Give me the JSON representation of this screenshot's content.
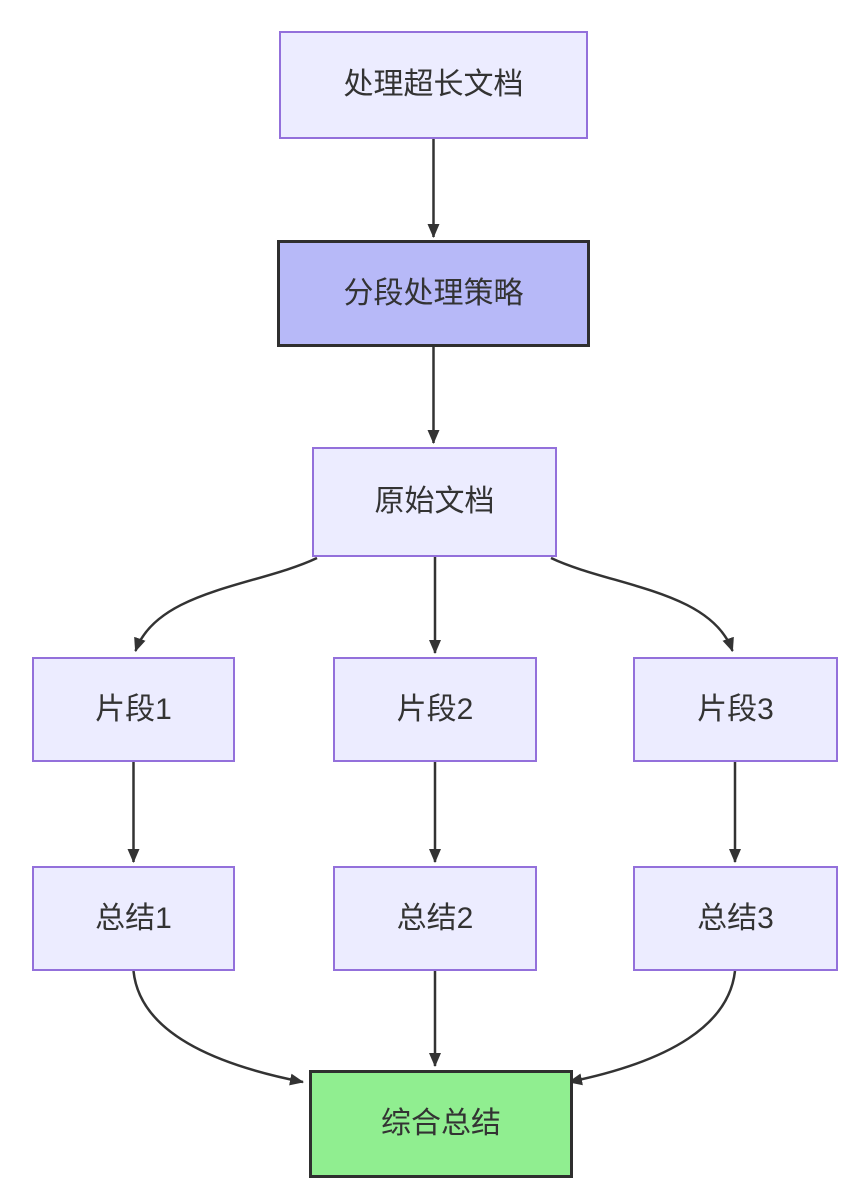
{
  "diagram": {
    "type": "flowchart",
    "direction": "top-down",
    "nodes": [
      {
        "id": "A",
        "label": "处理超长文档",
        "style": "default"
      },
      {
        "id": "B",
        "label": "分段处理策略",
        "style": "strategy"
      },
      {
        "id": "C",
        "label": "原始文档",
        "style": "default"
      },
      {
        "id": "D1",
        "label": "片段1",
        "style": "default"
      },
      {
        "id": "D2",
        "label": "片段2",
        "style": "default"
      },
      {
        "id": "D3",
        "label": "片段3",
        "style": "default"
      },
      {
        "id": "E1",
        "label": "总结1",
        "style": "default"
      },
      {
        "id": "E2",
        "label": "总结2",
        "style": "default"
      },
      {
        "id": "E3",
        "label": "总结3",
        "style": "default"
      }
    ],
    "final_node": {
      "id": "F",
      "label": "综合总结",
      "style": "final"
    },
    "edges": [
      {
        "from": "A",
        "to": "B"
      },
      {
        "from": "B",
        "to": "C"
      },
      {
        "from": "C",
        "to": "D1"
      },
      {
        "from": "C",
        "to": "D2"
      },
      {
        "from": "C",
        "to": "D3"
      },
      {
        "from": "D1",
        "to": "E1"
      },
      {
        "from": "D2",
        "to": "E2"
      },
      {
        "from": "D3",
        "to": "E3"
      },
      {
        "from": "E1",
        "to": "F"
      },
      {
        "from": "E2",
        "to": "F"
      },
      {
        "from": "E3",
        "to": "F"
      }
    ],
    "colors": {
      "node_fill": "#ECECFF",
      "node_border": "#9370DB",
      "strategy_fill": "#b7b9f8",
      "strategy_border": "#2f2f2f",
      "final_fill": "#90EE90",
      "final_border": "#2f2f2f",
      "edge": "#333333",
      "text": "#333333",
      "background": "#ffffff"
    }
  }
}
